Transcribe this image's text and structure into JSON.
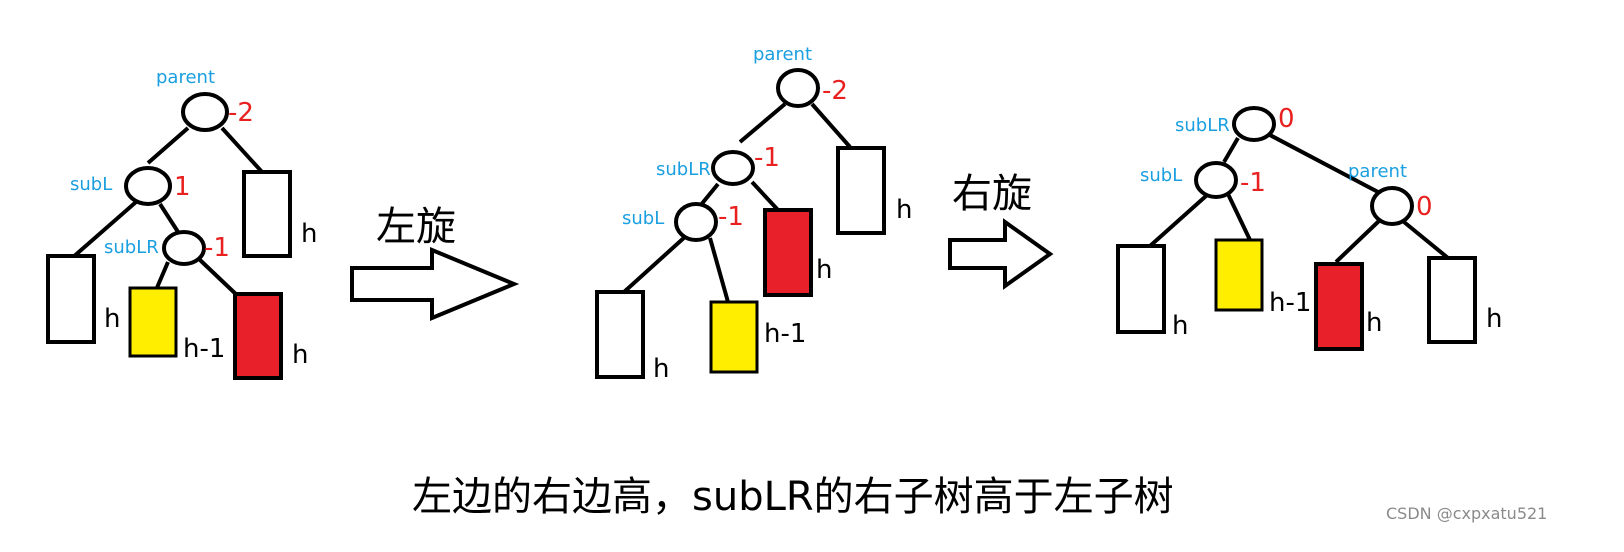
{
  "colors": {
    "label_blue": "#1a9fe0",
    "balance_red": "#e8201f",
    "subtree_yellow": "#ffee00",
    "subtree_red": "#e8202a",
    "subtree_white": "#ffffff",
    "stroke": "#000000"
  },
  "diagram1": {
    "parent_label": "parent",
    "parent_bf": "-2",
    "subL_label": "subL",
    "subL_bf": "1",
    "subLR_label": "subLR",
    "subLR_bf": "-1",
    "h_left": "h",
    "h_right": "h",
    "h_yellow": "h-1",
    "h_red": "h"
  },
  "op1": {
    "label": "左旋"
  },
  "diagram2": {
    "parent_label": "parent",
    "parent_bf": "-2",
    "subLR_label": "subLR",
    "subLR_bf": "-1",
    "subL_label": "subL",
    "subL_bf": "-1",
    "h_right": "h",
    "h_red": "h",
    "h_left": "h",
    "h_yellow": "h-1"
  },
  "op2": {
    "label": "右旋"
  },
  "diagram3": {
    "subLR_label": "subLR",
    "subLR_bf": "0",
    "subL_label": "subL",
    "subL_bf": "-1",
    "parent_label": "parent",
    "parent_bf": "0",
    "h_left": "h",
    "h_yellow": "h-1",
    "h_red": "h",
    "h_right": "h"
  },
  "caption": "左边的右边高，subLR的右子树高于左子树",
  "watermark": "CSDN @cxpxatu521"
}
